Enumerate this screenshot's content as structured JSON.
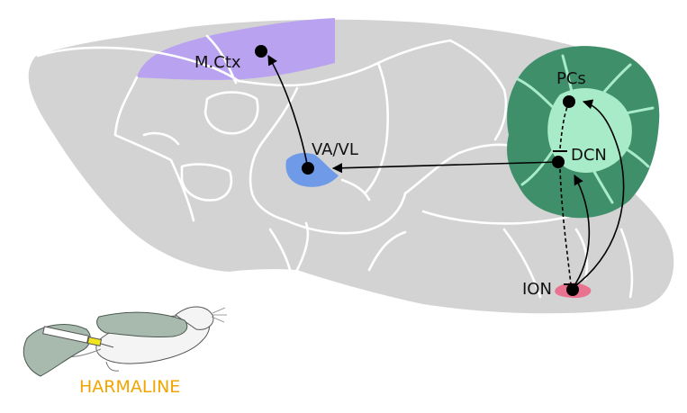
{
  "diagram": {
    "regions": {
      "motor_cortex": "M.Ctx",
      "thalamus": "VA/VL",
      "purkinje_cells": "PCs",
      "deep_cerebellar_nuclei": "DCN",
      "inferior_olive": "ION"
    },
    "drug_label": "HARMALINE",
    "colors": {
      "brain": "#d3d3d3",
      "cortex_region": "#b9a3f0",
      "thalamus_region": "#6f9ae8",
      "cerebellum": "#3f8f6a",
      "cerebellum_inner": "#a8ebc9",
      "olive_region": "#e8728f",
      "harmaline_text": "#f0a500",
      "glove": "#a8b9ad",
      "syringe_fluid": "#f2e51d",
      "nodes": "#000000"
    }
  }
}
